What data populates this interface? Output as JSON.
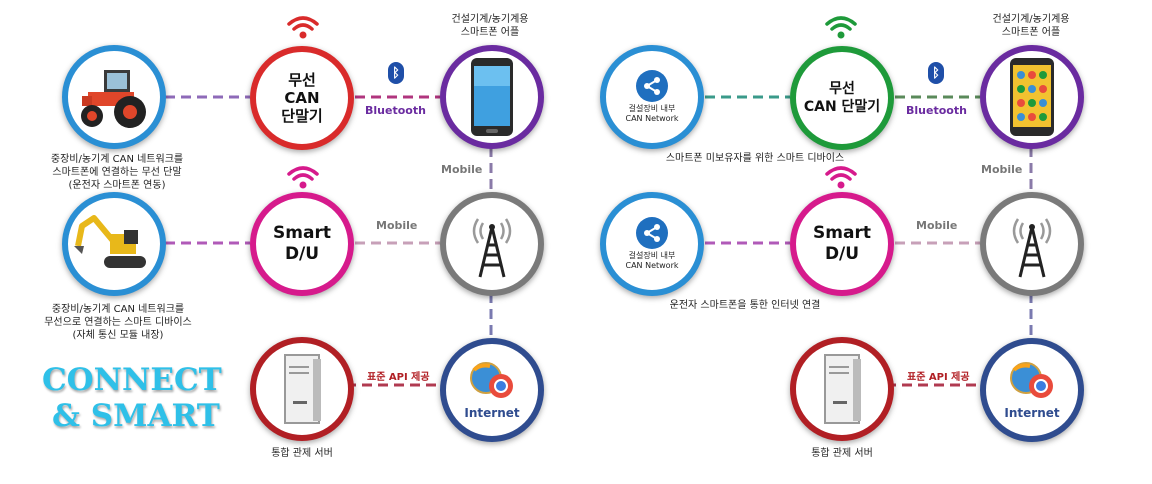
{
  "title_line1": "CONNECT",
  "title_line2": "& SMART",
  "left": {
    "app_caption_1": "건설기계/농기계용",
    "app_caption_2": "스마트폰 어플",
    "wireless_can_1": "무선",
    "wireless_can_2": "CAN",
    "wireless_can_3": "단말기",
    "bluetooth_label": "Bluetooth",
    "mobile_label_v": "Mobile",
    "mobile_label_h": "Mobile",
    "tractor_caption_1": "중장비/농기계 CAN 네트워크를",
    "tractor_caption_2": "스마트폰에 연결하는 무선 단말",
    "tractor_caption_3": "(운전자 스마트폰 연동)",
    "smart_du_1": "Smart",
    "smart_du_2": "D/U",
    "excavator_caption_1": "중장비/농기계 CAN 네트워크를",
    "excavator_caption_2": "무선으로 연결하는 스마트 디바이스",
    "excavator_caption_3": "(자체 통신 모듈 내장)",
    "api_label": "표준 API 제공",
    "internet_label": "Internet",
    "server_caption": "통합 관제 서버"
  },
  "right": {
    "app_caption_1": "건설기계/농기계용",
    "app_caption_2": "스마트폰 어플",
    "can_network_1": "걸설장비 내부",
    "can_network_2": "CAN Network",
    "wireless_can_1": "무선",
    "wireless_can_2": "CAN 단말기",
    "bluetooth_label": "Bluetooth",
    "caption_top": "스마트폰 미보유자를 위한 스마트 디바이스",
    "mobile_label_v": "Mobile",
    "mobile_label_h": "Mobile",
    "can_network2_1": "걸설장비 내부",
    "can_network2_2": "CAN Network",
    "smart_du_1": "Smart",
    "smart_du_2": "D/U",
    "caption_mid": "운전자 스마트폰을 통한 인터넷 연결",
    "api_label": "표준 API 제공",
    "internet_label": "Internet",
    "server_caption": "통합 관제 서버"
  },
  "colors": {
    "blue": "#2a8fd4",
    "red": "#d92b2b",
    "purple": "#6a2ba0",
    "magenta": "#d61a8c",
    "gray": "#7a7a7a",
    "darkred": "#b11f24",
    "navy": "#2f4c8f",
    "green": "#1e9a3a",
    "title": "#2fc0e8"
  }
}
